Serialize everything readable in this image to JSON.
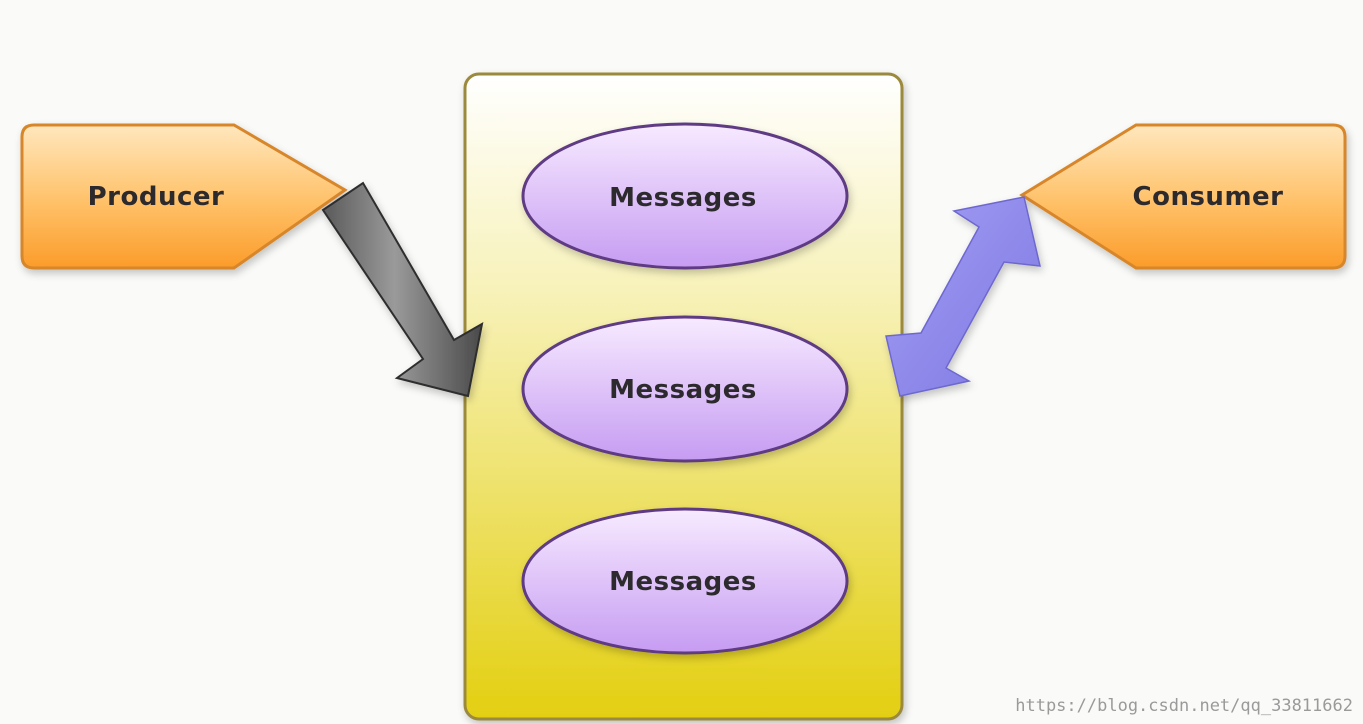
{
  "diagram": {
    "producer_label": "Producer",
    "consumer_label": "Consumer",
    "queue_items": [
      "Messages",
      "Messages",
      "Messages"
    ]
  },
  "colors": {
    "producer_fill_top": "#ffe7bd",
    "producer_fill_bottom": "#fb9c2a",
    "node_stroke": "#d8862c",
    "queue_fill_top": "#ffffff",
    "queue_fill_bottom": "#e3cf10",
    "queue_stroke": "#9b8a3c",
    "message_fill_top": "#f7eaff",
    "message_fill_bottom": "#c69cf2",
    "message_stroke": "#5e3a84",
    "producer_arrow": "#6b6b6b",
    "consumer_arrow": "#8a85e8"
  },
  "watermark": "https://blog.csdn.net/qq_33811662"
}
